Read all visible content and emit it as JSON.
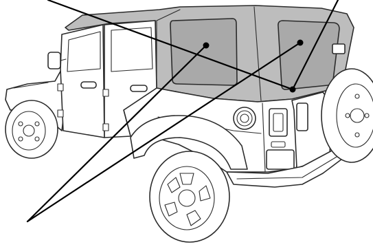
{
  "diagram": {
    "subject": "jeep-soft-top-rear-view",
    "colors": {
      "soft_top": "#bdbdbd",
      "rear_window": "#a9a9a9",
      "outline": "#2b2b2b",
      "callout": "#000000"
    },
    "callouts": [
      {
        "name": "left-rear-window-callout"
      },
      {
        "name": "right-rear-window-callout"
      },
      {
        "name": "tailgate-bar-callout"
      }
    ]
  }
}
